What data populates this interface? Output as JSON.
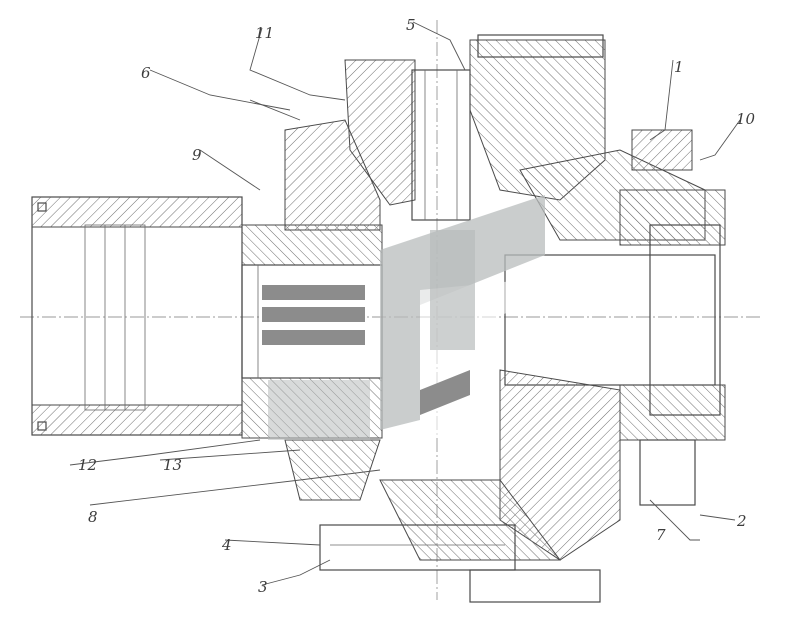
{
  "drawing": {
    "colors": {
      "line": "#4a4a4a",
      "logo_light": "#b8bcbc",
      "logo_dark": "#8c8c8c",
      "background": "#ffffff"
    },
    "callouts": [
      {
        "id": "c1",
        "text": "1"
      },
      {
        "id": "c2",
        "text": "2"
      },
      {
        "id": "c3",
        "text": "3"
      },
      {
        "id": "c4",
        "text": "4"
      },
      {
        "id": "c5",
        "text": "5"
      },
      {
        "id": "c6",
        "text": "6"
      },
      {
        "id": "c7",
        "text": "7"
      },
      {
        "id": "c8",
        "text": "8"
      },
      {
        "id": "c9",
        "text": "9"
      },
      {
        "id": "c10",
        "text": "10"
      },
      {
        "id": "c11",
        "text": "11"
      },
      {
        "id": "c12",
        "text": "12"
      },
      {
        "id": "c13",
        "text": "13"
      }
    ],
    "watermark": "stylized-logo-watermark"
  }
}
